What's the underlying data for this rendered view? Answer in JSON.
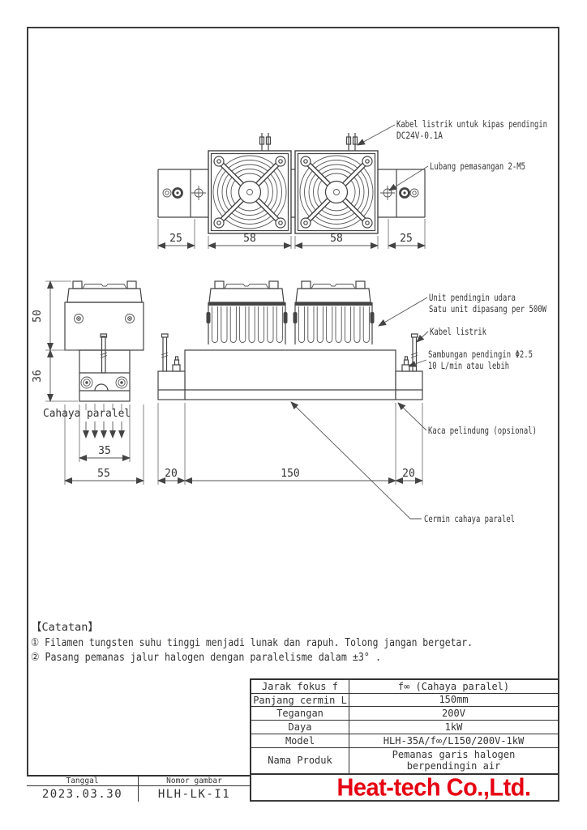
{
  "colors": {
    "line": "#444444",
    "accent_red": "#e60012"
  },
  "top_view": {
    "dims": [
      "25",
      "58",
      "58",
      "25"
    ]
  },
  "front_view": {
    "dims": [
      "20",
      "150",
      "20"
    ]
  },
  "side_view": {
    "h_upper": "50",
    "h_lower": "36",
    "beam_width": "35",
    "body_width": "55",
    "beam_label": "Cahaya paralel"
  },
  "callouts": {
    "fan_cable_1": "Kabel listrik untuk kipas pendingin",
    "fan_cable_2": "DC24V-0.1A",
    "mounting_hole": "Lubang pemasangan 2-M5",
    "air_unit_1": "Unit pendingin udara",
    "air_unit_2": "Satu unit dipasang per 500W",
    "power_cable": "Kabel listrik",
    "coolant_1": "Sambungan pendingin Φ2.5",
    "coolant_2": "10 L/min atau lebih",
    "glass": "Kaca pelindung (opsional)",
    "mirror": "Cermin cahaya paralel"
  },
  "notes": {
    "title": "【Catatan】",
    "items": [
      "① Filamen tungsten suhu tinggi menjadi lunak dan rapuh. Tolong jangan bergetar.",
      "② Pasang pemanas jalur halogen dengan paralelisme dalam ±3° ."
    ]
  },
  "spec_table": {
    "rows": [
      {
        "label": "Jarak fokus f",
        "value": "f∞ (Cahaya paralel)"
      },
      {
        "label": "Panjang cermin L",
        "value": "150mm"
      },
      {
        "label": "Tegangan",
        "value": "200V"
      },
      {
        "label": "Daya",
        "value": "1kW"
      },
      {
        "label": "Model",
        "value": "HLH-35A/f∞/L150/200V-1kW"
      },
      {
        "label": "Nama Produk",
        "value": "Pemanas garis halogen\nberpendingin air"
      }
    ]
  },
  "title_block": {
    "date_label": "Tanggal",
    "date": "2023.03.30",
    "number_label": "Nomor gambar",
    "number": "HLH-LK-I1",
    "company": "Heat-tech Co.,Ltd."
  }
}
